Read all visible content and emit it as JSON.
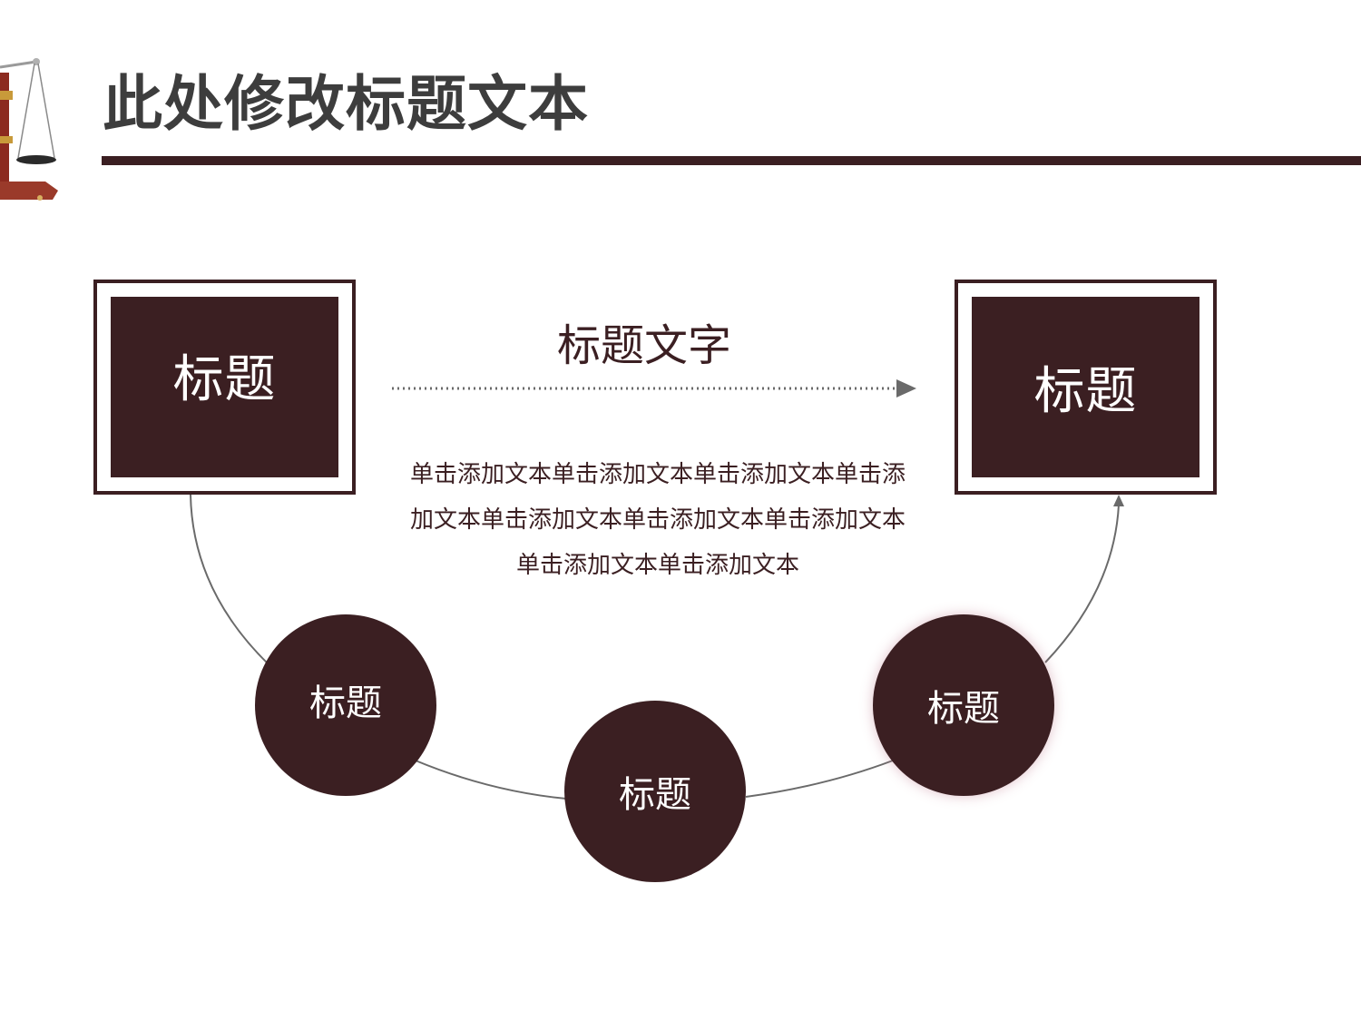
{
  "slide": {
    "title": "此处修改标题文本"
  },
  "diagram": {
    "left_box_label": "标题",
    "right_box_label": "标题",
    "center_heading": "标题文字",
    "center_body": "单击添加文本单击添加文本单击添加文本单击添加文本单击添加文本单击添加文本单击添加文本单击添加文本单击添加文本",
    "circles": [
      {
        "label": "标题"
      },
      {
        "label": "标题"
      },
      {
        "label": "标题"
      }
    ]
  },
  "colors": {
    "primary": "#3b1f22",
    "title_text": "#3d3d3d",
    "connector": "#6a6a6a",
    "background": "#ffffff"
  },
  "icons": {
    "logo": "scales-of-justice-icon"
  }
}
